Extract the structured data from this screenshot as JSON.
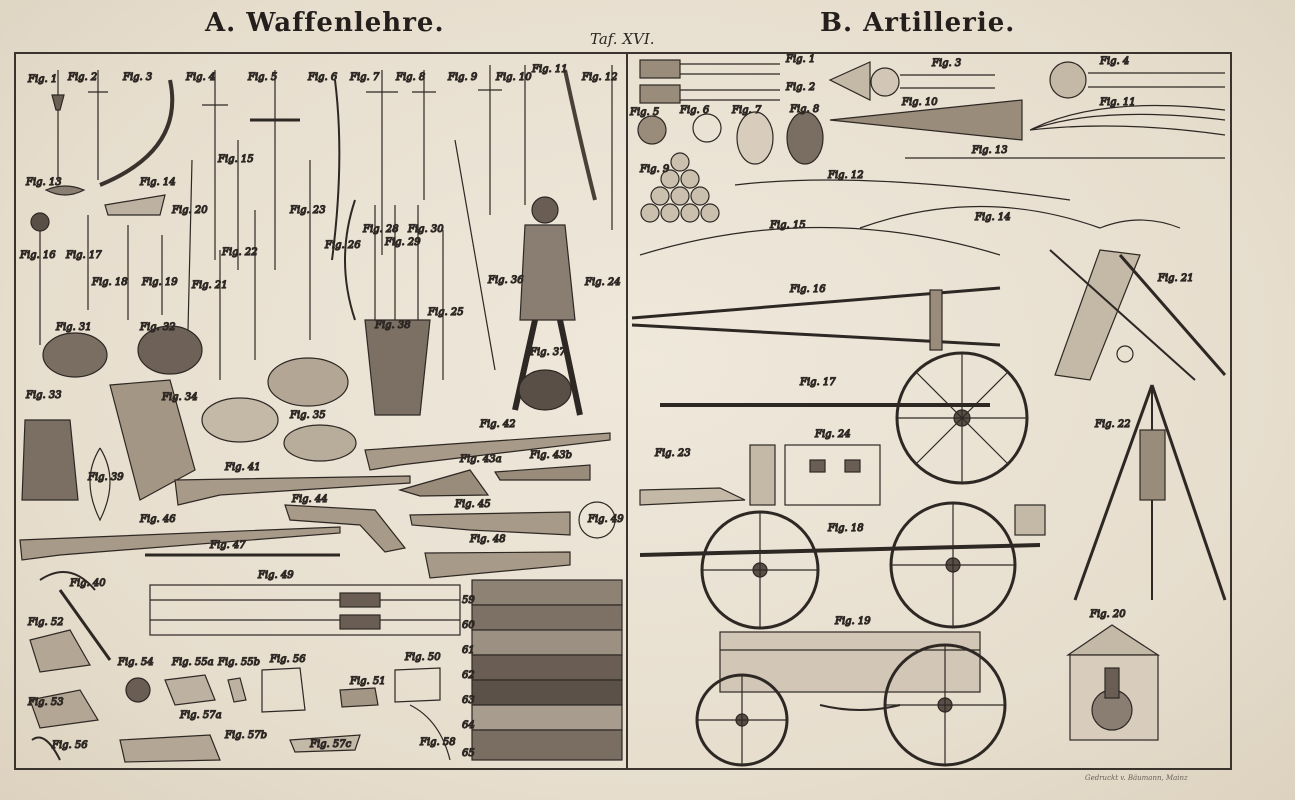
{
  "header": {
    "title_left": "A. Waffenlehre.",
    "plate_number": "Taf. XVI.",
    "title_right": "B. Artillerie."
  },
  "colors": {
    "paper": "#e9e1d3",
    "ink": "#2a2522",
    "frame": "#3a332e"
  },
  "imprint": "Gedruckt v. Bäumann, Mainz",
  "section_a": {
    "figures": [
      {
        "id": "a1",
        "label": "Fig. 1"
      },
      {
        "id": "a2",
        "label": "Fig. 2"
      },
      {
        "id": "a3",
        "label": "Fig. 3"
      },
      {
        "id": "a4",
        "label": "Fig. 4"
      },
      {
        "id": "a5",
        "label": "Fig. 5"
      },
      {
        "id": "a6",
        "label": "Fig. 6"
      },
      {
        "id": "a7",
        "label": "Fig. 7"
      },
      {
        "id": "a8",
        "label": "Fig. 8"
      },
      {
        "id": "a9",
        "label": "Fig. 9"
      },
      {
        "id": "a10",
        "label": "Fig. 10"
      },
      {
        "id": "a11",
        "label": "Fig. 11"
      },
      {
        "id": "a12",
        "label": "Fig. 12"
      },
      {
        "id": "a13",
        "label": "Fig. 13"
      },
      {
        "id": "a14",
        "label": "Fig. 14"
      },
      {
        "id": "a15",
        "label": "Fig. 15"
      },
      {
        "id": "a16",
        "label": "Fig. 16"
      },
      {
        "id": "a17",
        "label": "Fig. 17"
      },
      {
        "id": "a18",
        "label": "Fig. 18"
      },
      {
        "id": "a19",
        "label": "Fig. 19"
      },
      {
        "id": "a20",
        "label": "Fig. 20"
      },
      {
        "id": "a21",
        "label": "Fig. 21"
      },
      {
        "id": "a22",
        "label": "Fig. 22"
      },
      {
        "id": "a23",
        "label": "Fig. 23"
      },
      {
        "id": "a24",
        "label": "Fig. 24"
      },
      {
        "id": "a25",
        "label": "Fig. 25"
      },
      {
        "id": "a26",
        "label": "Fig. 26"
      },
      {
        "id": "a28",
        "label": "Fig. 28"
      },
      {
        "id": "a29",
        "label": "Fig. 29"
      },
      {
        "id": "a30",
        "label": "Fig. 30"
      },
      {
        "id": "a31",
        "label": "Fig. 31"
      },
      {
        "id": "a32",
        "label": "Fig. 32"
      },
      {
        "id": "a33",
        "label": "Fig. 33"
      },
      {
        "id": "a34",
        "label": "Fig. 34"
      },
      {
        "id": "a35",
        "label": "Fig. 35"
      },
      {
        "id": "a36",
        "label": "Fig. 36"
      },
      {
        "id": "a37",
        "label": "Fig. 37"
      },
      {
        "id": "a38",
        "label": "Fig. 38"
      },
      {
        "id": "a39",
        "label": "Fig. 39"
      },
      {
        "id": "a40",
        "label": "Fig. 40"
      },
      {
        "id": "a41",
        "label": "Fig. 41"
      },
      {
        "id": "a42",
        "label": "Fig. 42"
      },
      {
        "id": "a43a",
        "label": "Fig. 43a"
      },
      {
        "id": "a43b",
        "label": "Fig. 43b"
      },
      {
        "id": "a44",
        "label": "Fig. 44"
      },
      {
        "id": "a45",
        "label": "Fig. 45"
      },
      {
        "id": "a46",
        "label": "Fig. 46"
      },
      {
        "id": "a47",
        "label": "Fig. 47"
      },
      {
        "id": "a48",
        "label": "Fig. 48"
      },
      {
        "id": "a49",
        "label": "Fig. 49"
      },
      {
        "id": "a49b",
        "label": "Fig. 49"
      },
      {
        "id": "a50",
        "label": "Fig. 50"
      },
      {
        "id": "a51",
        "label": "Fig. 51"
      },
      {
        "id": "a52",
        "label": "Fig. 52"
      },
      {
        "id": "a53",
        "label": "Fig. 53"
      },
      {
        "id": "a54",
        "label": "Fig. 54"
      },
      {
        "id": "a55a",
        "label": "Fig. 55a"
      },
      {
        "id": "a55b",
        "label": "Fig. 55b"
      },
      {
        "id": "a56",
        "label": "Fig. 56"
      },
      {
        "id": "a56b",
        "label": "Fig. 56"
      },
      {
        "id": "a57a",
        "label": "Fig. 57a"
      },
      {
        "id": "a57b",
        "label": "Fig. 57b"
      },
      {
        "id": "a57c",
        "label": "Fig. 57c"
      },
      {
        "id": "a58",
        "label": "Fig. 58"
      }
    ],
    "swatch_numbers": [
      "59",
      "60",
      "61",
      "62",
      "63",
      "64",
      "65"
    ]
  },
  "section_b": {
    "figures": [
      {
        "id": "b1",
        "label": "Fig. 1"
      },
      {
        "id": "b2",
        "label": "Fig. 2"
      },
      {
        "id": "b3",
        "label": "Fig. 3"
      },
      {
        "id": "b4",
        "label": "Fig. 4"
      },
      {
        "id": "b5",
        "label": "Fig. 5"
      },
      {
        "id": "b6",
        "label": "Fig. 6"
      },
      {
        "id": "b7",
        "label": "Fig. 7"
      },
      {
        "id": "b8",
        "label": "Fig. 8"
      },
      {
        "id": "b9",
        "label": "Fig. 9"
      },
      {
        "id": "b10",
        "label": "Fig. 10"
      },
      {
        "id": "b11",
        "label": "Fig. 11"
      },
      {
        "id": "b12",
        "label": "Fig. 12"
      },
      {
        "id": "b13",
        "label": "Fig. 13"
      },
      {
        "id": "b14",
        "label": "Fig. 14"
      },
      {
        "id": "b15",
        "label": "Fig. 15"
      },
      {
        "id": "b16",
        "label": "Fig. 16"
      },
      {
        "id": "b17",
        "label": "Fig. 17"
      },
      {
        "id": "b18",
        "label": "Fig. 18"
      },
      {
        "id": "b19",
        "label": "Fig. 19"
      },
      {
        "id": "b20",
        "label": "Fig. 20"
      },
      {
        "id": "b21",
        "label": "Fig. 21"
      },
      {
        "id": "b22",
        "label": "Fig. 22"
      },
      {
        "id": "b23",
        "label": "Fig. 23"
      },
      {
        "id": "b24",
        "label": "Fig. 24"
      }
    ]
  }
}
